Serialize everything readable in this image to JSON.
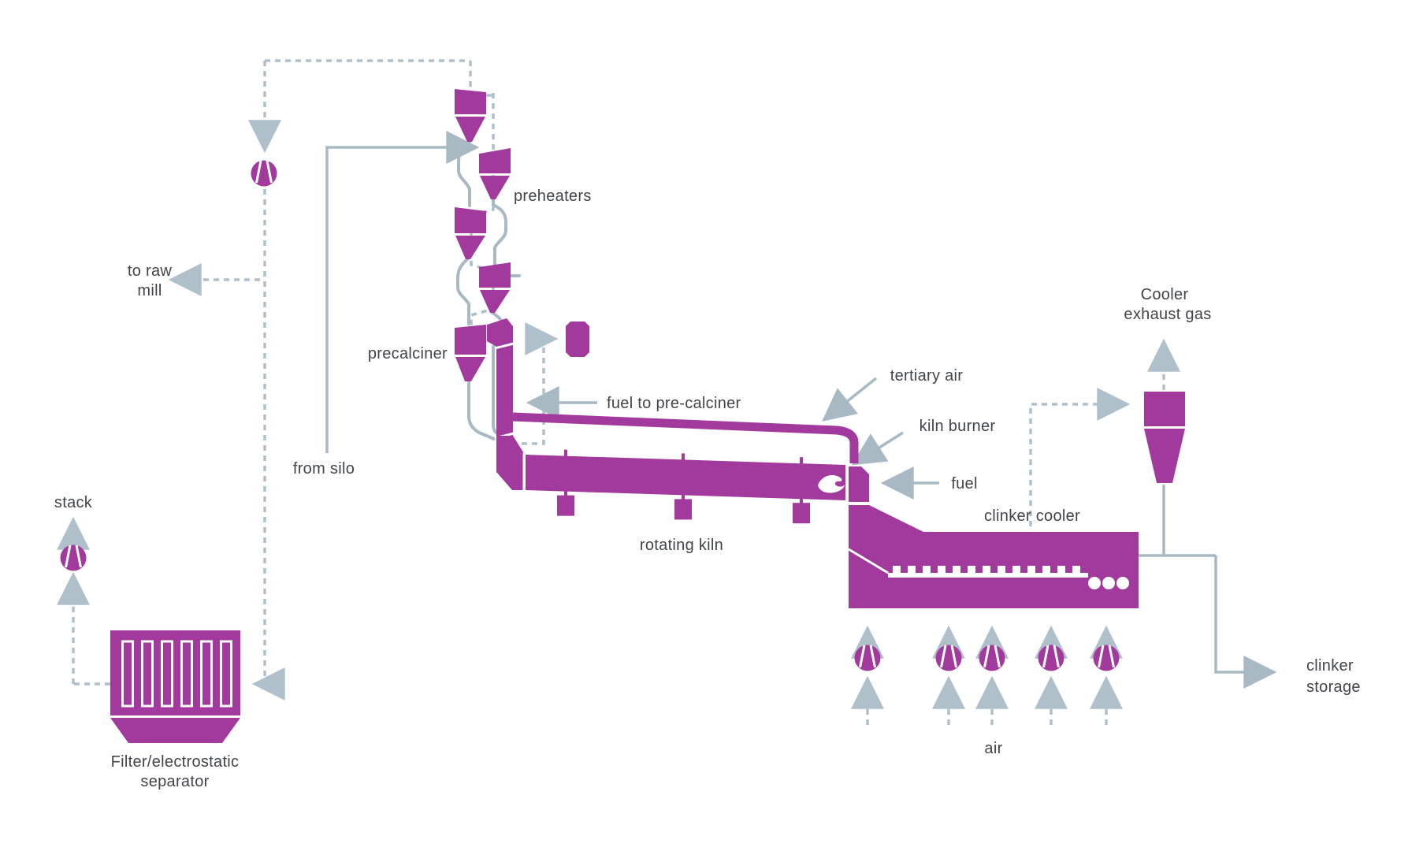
{
  "diagram": {
    "subject": "cement clinker production line flow diagram",
    "colors": {
      "equipment_purple": "#A23A9D",
      "solid_flow_line": "#A8B9C4",
      "dashed_flow_line": "#AFC0CB",
      "label_text": "#414549",
      "background": "#FFFFFF"
    },
    "icons": {
      "fan": "purple-circle-with-two-white-blade-slashes",
      "flame": "white-flame-glyph-in-kiln",
      "arrowhead": "small-triangle",
      "cyclone": "purple-box-with-funnel",
      "grate": "white-comb-strip",
      "crusher_rollers": "three-white-circles"
    },
    "labels": {
      "preheaters": "preheaters",
      "precalciner": "precalciner",
      "from_silo": "from silo",
      "to_raw_mill_line1": "to raw",
      "to_raw_mill_line2": "mill",
      "stack": "stack",
      "filter_line1": "Filter/electrostatic",
      "filter_line2": "separator",
      "fuel_to_precalciner": "fuel to pre-calciner",
      "tertiary_air": "tertiary air",
      "kiln_burner": "kiln burner",
      "fuel": "fuel",
      "rotating_kiln": "rotating kiln",
      "clinker_cooler": "clinker cooler",
      "air": "air",
      "cooler_exhaust_line1": "Cooler",
      "cooler_exhaust_line2": "exhaust gas",
      "clinker_storage_line1": "clinker",
      "clinker_storage_line2": "storage"
    }
  }
}
